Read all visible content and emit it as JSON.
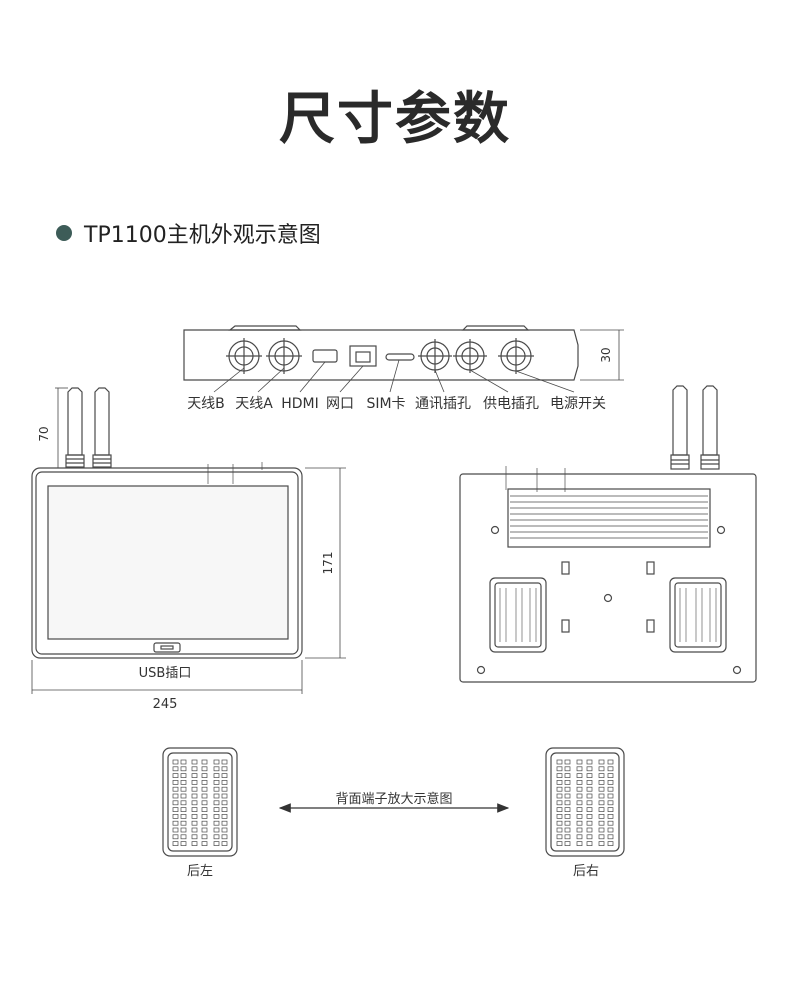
{
  "title": "尺寸参数",
  "subtitle": "TP1100主机外观示意图",
  "top_view": {
    "height_dim": "30",
    "port_labels": [
      "天线B",
      "天线A",
      "HDMI",
      "网口",
      "SIM卡",
      "通讯插孔",
      "供电插孔",
      "电源开关"
    ]
  },
  "front_view": {
    "antenna_dim": "70",
    "height_dim": "171",
    "width_dim": "245",
    "usb_label": "USB插口"
  },
  "terminals": {
    "arrow_label": "背面端子放大示意图",
    "left_label": "后左",
    "right_label": "后右"
  },
  "colors": {
    "line": "#4a4a4a",
    "bullet": "#3d5c58",
    "screen": "#f7f7f7"
  }
}
